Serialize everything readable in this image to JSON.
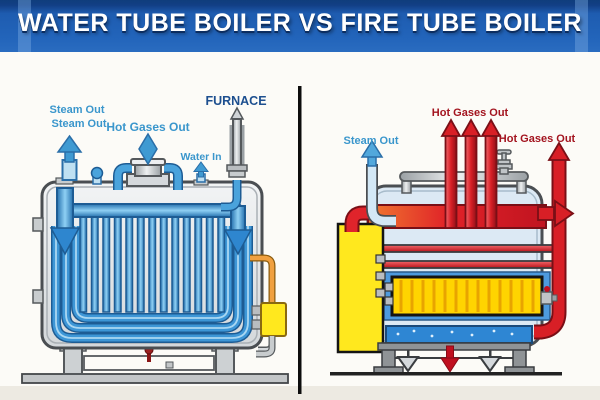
{
  "banner": {
    "title": "WATER TUBE BOILER VS FIRE TUBE BOILER"
  },
  "water_tube": {
    "steam_out_line1": "Steam Out",
    "steam_out_line2": "Steam Out",
    "hot_gases_out": "Hot Gases Out",
    "water_in": "Water In",
    "furnace": "FURNACE"
  },
  "fire_tube": {
    "steam_out": "Steam Out",
    "hot_gases_out_top": "Hot Gases Out",
    "hot_gases_out_right": "Hot Gases Out"
  },
  "colors": {
    "banner_blue": "#1e5cb0",
    "label_blue": "#3a96cc",
    "furnace_label_navy": "#1d4f8f",
    "hot_gas_label_red": "#a3141f",
    "pipe_blue": "#3d96d6",
    "hot_gas_red": "#d81f26",
    "furnace_yellow": "#ffe81e",
    "firebox_yellow": "#ffd400",
    "water_blue": "#2e86d3"
  }
}
